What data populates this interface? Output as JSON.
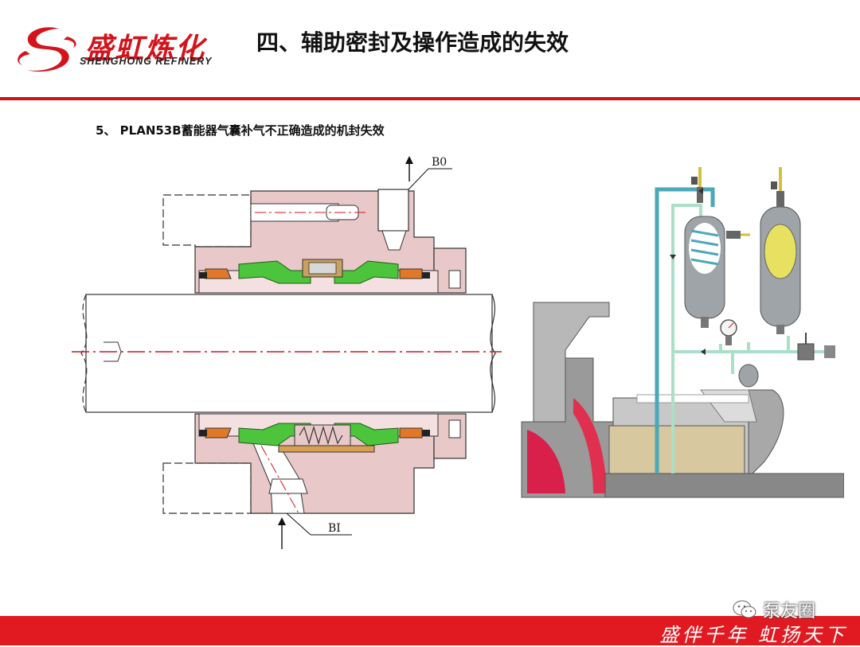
{
  "header": {
    "logo_cn": "盛虹炼化",
    "logo_en": "SHENGHONG REFINERY",
    "title": "四、辅助密封及操作造成的失效"
  },
  "content": {
    "subtitle": "5、 PLAN53B蓄能器气囊补气不正确造成的机封失效",
    "seal_diagram": {
      "label_outlet": "B0",
      "label_inlet": "BI"
    }
  },
  "footer": {
    "slogan": "盛伴千年 虹扬天下",
    "watermark": "泵友圈"
  },
  "colors": {
    "brand_red": "#c8141c",
    "footer_red": "#e11a22",
    "housing_pink": "#e8c8c8",
    "gland_orange": "#e07828",
    "seal_green": "#4cc43c",
    "pipe_cyan": "#4aa8b8",
    "pipe_light": "#a8e0c8"
  }
}
